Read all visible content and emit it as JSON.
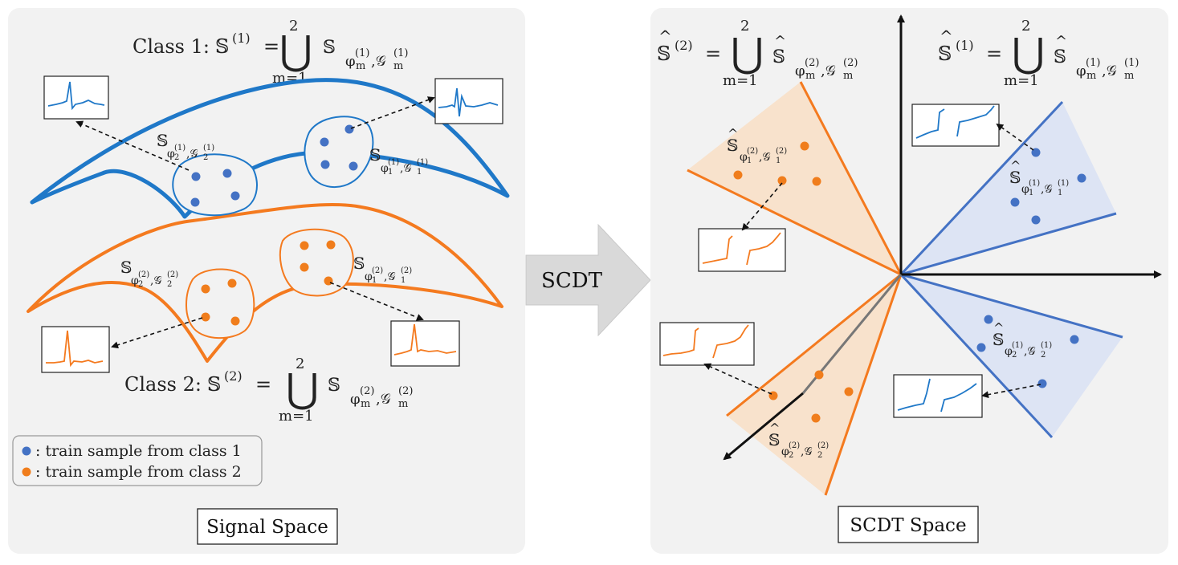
{
  "colors": {
    "class1": "#1f78c8",
    "class1_dot": "#4472c4",
    "class2": "#f47a1f",
    "class2_dot": "#f07d1c",
    "panel": "#f2f2f2",
    "cone1_fill": "#dde4f4",
    "cone2_fill": "#f8e2cc"
  },
  "signal_panel": {
    "title": "Signal Space",
    "class1_formula": {
      "prefix": "Class 1:",
      "lhs": "𝕊",
      "lhs_sup": "(1)",
      "eq": "=",
      "op": "⋃",
      "op_top": "2",
      "op_bottom": "m=1",
      "set": "𝕊",
      "sub": "φ",
      "sub_index": "m",
      "sub_sup": "(1)",
      "sub2": ",𝒢",
      "sub2_index": "m",
      "sub2_sup": "(1)"
    },
    "class2_formula": {
      "prefix": "Class 2:",
      "lhs": "𝕊",
      "lhs_sup": "(2)",
      "eq": "=",
      "op": "⋃",
      "op_top": "2",
      "op_bottom": "m=1",
      "set": "𝕊",
      "sub": "φ",
      "sub_index": "m",
      "sub_sup": "(2)",
      "sub2": ",𝒢",
      "sub2_index": "m",
      "sub2_sup": "(2)"
    },
    "subspace_labels": [
      {
        "id": "s21",
        "set": "𝕊",
        "sub": "φ",
        "idx": "2",
        "sup": "(1)",
        "sub2": ",𝒢",
        "idx2": "2",
        "sup2": "(1)"
      },
      {
        "id": "s11",
        "set": "𝕊",
        "sub": "φ",
        "idx": "1",
        "sup": "(1)",
        "sub2": ",𝒢",
        "idx2": "1",
        "sup2": "(1)"
      },
      {
        "id": "s22",
        "set": "𝕊",
        "sub": "φ",
        "idx": "2",
        "sup": "(2)",
        "sub2": ",𝒢",
        "idx2": "2",
        "sup2": "(2)"
      },
      {
        "id": "s12",
        "set": "𝕊",
        "sub": "φ",
        "idx": "1",
        "sup": "(2)",
        "sub2": ",𝒢",
        "idx2": "1",
        "sup2": "(2)"
      }
    ],
    "legend": [
      {
        "text": ": train sample from class 1"
      },
      {
        "text": ": train sample from class 2"
      }
    ]
  },
  "arrow": {
    "label": "SCDT"
  },
  "scdt_panel": {
    "title": "SCDT Space",
    "hat_formula_2": {
      "lhs": "𝕊",
      "lhs_sup": "(2)",
      "eq": "=",
      "op": "⋃",
      "op_top": "2",
      "op_bottom": "m=1",
      "set": "𝕊",
      "sub": "φ",
      "sub_index": "m",
      "sub_sup": "(2)",
      "sub2": ",𝒢",
      "sub2_index": "m",
      "sub2_sup": "(2)"
    },
    "hat_formula_1": {
      "lhs": "𝕊",
      "lhs_sup": "(1)",
      "eq": "=",
      "op": "⋃",
      "op_top": "2",
      "op_bottom": "m=1",
      "set": "𝕊",
      "sub": "φ",
      "sub_index": "m",
      "sub_sup": "(1)",
      "sub2": ",𝒢",
      "sub2_index": "m",
      "sub2_sup": "(1)"
    },
    "cone_labels": [
      {
        "id": "h12",
        "set": "𝕊",
        "sub": "φ",
        "idx": "1",
        "sup": "(2)",
        "sub2": ",𝒢",
        "idx2": "1",
        "sup2": "(2)"
      },
      {
        "id": "h11",
        "set": "𝕊",
        "sub": "φ",
        "idx": "1",
        "sup": "(1)",
        "sub2": ",𝒢",
        "idx2": "1",
        "sup2": "(1)"
      },
      {
        "id": "h21",
        "set": "𝕊",
        "sub": "φ",
        "idx": "2",
        "sup": "(1)",
        "sub2": ",𝒢",
        "idx2": "2",
        "sup2": "(1)"
      },
      {
        "id": "h22",
        "set": "𝕊",
        "sub": "φ",
        "idx": "2",
        "sup": "(2)",
        "sub2": ",𝒢",
        "idx2": "2",
        "sup2": "(2)"
      }
    ]
  }
}
